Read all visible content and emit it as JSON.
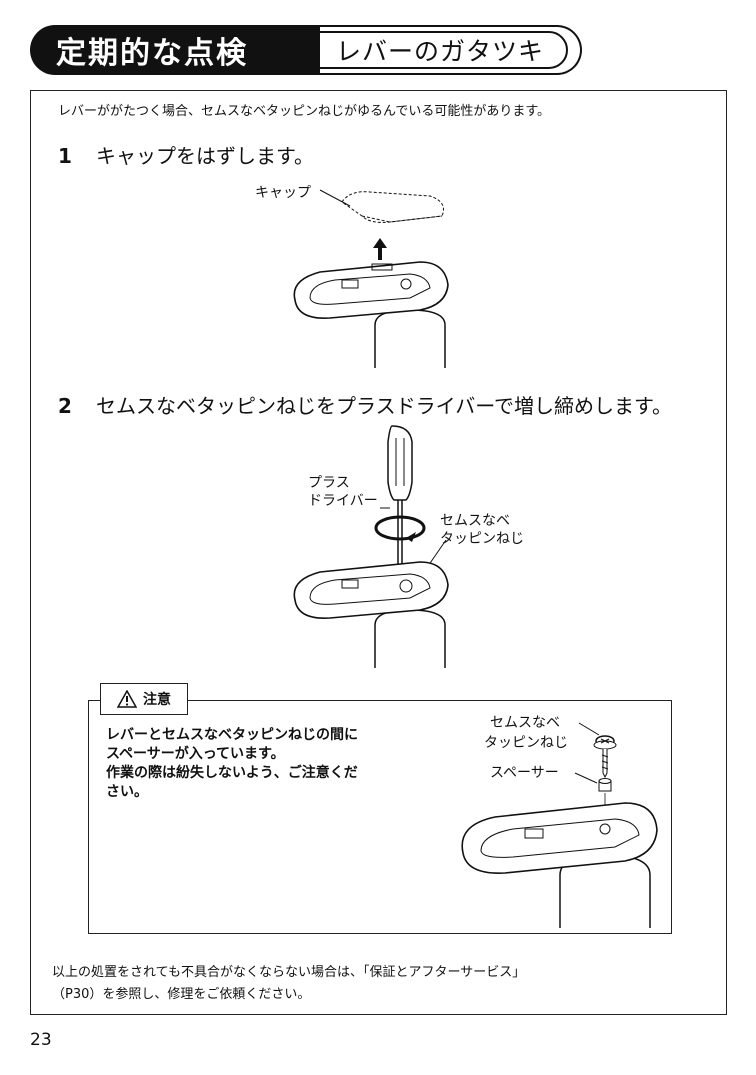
{
  "header": {
    "title": "定期的な点検",
    "subtitle": "レバーのガタツキ"
  },
  "intro": "レバーががたつく場合、セムスなベタッピンねじがゆるんでいる可能性があります。",
  "steps": [
    {
      "num": "1",
      "text": "キャップをはずします。"
    },
    {
      "num": "2",
      "text": "セムスなベタッピンねじをプラスドライバーで増し締めします。"
    }
  ],
  "labels": {
    "cap": "キャップ",
    "driver_line1": "プラス",
    "driver_line2": "ドライバー",
    "screw_line1": "セムスなベ",
    "screw_line2": "タッピンねじ",
    "spacer": "スペーサー"
  },
  "caution": {
    "tag": "注意",
    "lines": [
      "レバーとセムスなベタッピンねじの間に",
      "スペーサーが入っています。",
      "作業の際は紛失しないよう、ご注意くだ",
      "さい。"
    ]
  },
  "footer": {
    "line1": "以上の処置をされても不具合がなくならない場合は、「保証とアフターサービス」",
    "line2": "（P30）を参照し、修理をご依頼ください。"
  },
  "page_number": "23"
}
